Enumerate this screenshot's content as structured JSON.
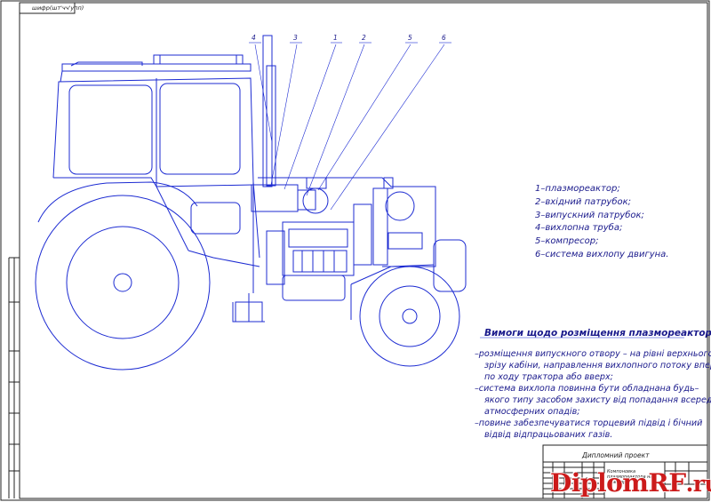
{
  "stamp_text": "шифр(шт'чч'упп)",
  "callouts": [
    "4",
    "3",
    "1",
    "2",
    "5",
    "6"
  ],
  "legend": [
    "1–плазмореактор;",
    "2–вхідний патрубок;",
    "3–випускний патрубок;",
    "4–вихлопна труба;",
    "5–компресор;",
    "6–система вихлопу двигуна."
  ],
  "requirements": {
    "title": "Вимоги щодо розміщення плазмореактора:",
    "lines": [
      "–розміщення випускного отвору – на рівні верхнього",
      "зрізу кабіни, направлення вихлопного потоку вперед",
      "по ходу трактора або вверх;",
      "–система вихлопа повинна бути обладнана будь–",
      "якого типу засобом захисту від попадання всередину",
      "атмосферних опадів;",
      "–повине забезпечуватися торцевий підвід і бічний",
      "відвід відпрацьованих газів."
    ]
  },
  "title_block": {
    "title": "Дипломний проект",
    "subtitle": "Компоновка плазмореактора на тракторі"
  },
  "brand": {
    "main": "DiplomRF",
    "suffix": ".ru",
    "color": "#cc1b1b"
  },
  "colors": {
    "line": "#1c2bd2",
    "text": "#1a1a8c",
    "frame": "#222222"
  }
}
